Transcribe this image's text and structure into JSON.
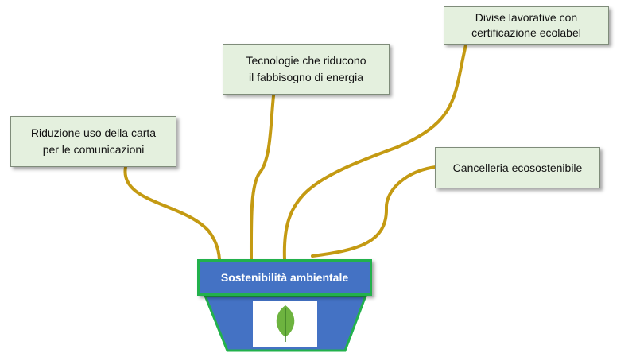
{
  "diagram": {
    "pot_label": "Sostenibilità ambientale",
    "boxes": {
      "paper": "Riduzione uso della carta\nper le comunicazioni",
      "energy": "Tecnologie che riducono\nil fabbisogno di energia",
      "divise": "Divise lavorative con\ncertificazione ecolabel",
      "cancelleria": "Cancelleria ecosostenibile"
    },
    "icons": {
      "leaf": "leaf-icon"
    },
    "colors": {
      "stem": "#c49a12",
      "box_fill": "#e4f0de",
      "pot_fill": "#4472c4",
      "pot_border": "#22b14c",
      "leaf": "#6db33f"
    }
  }
}
